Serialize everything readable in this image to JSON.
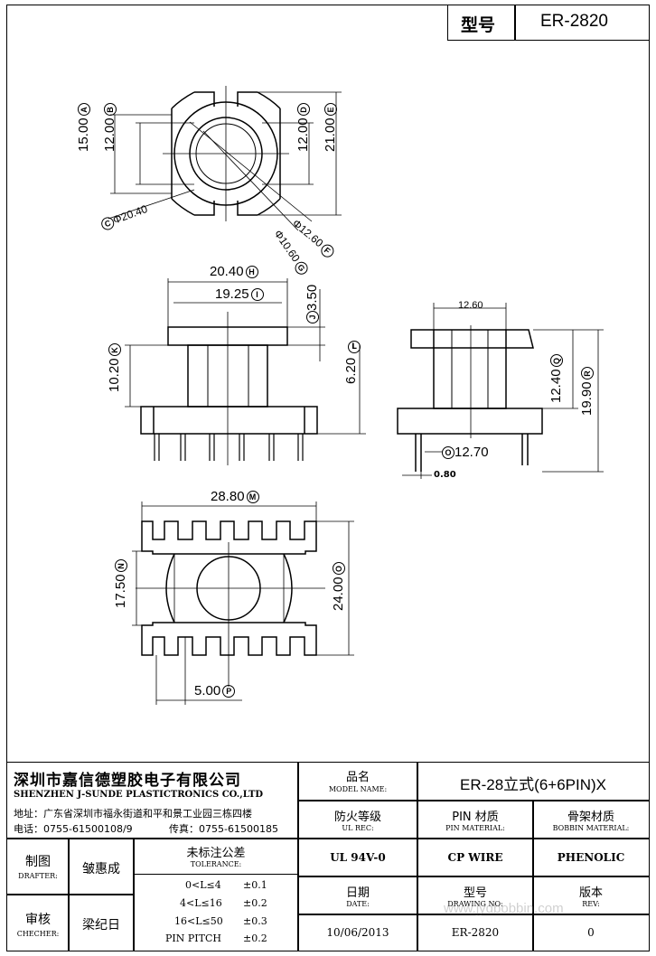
{
  "header": {
    "model_label": "型号",
    "model_value": "ER-2820"
  },
  "drawing": {
    "top_view": {
      "dim_a": "15.00",
      "tag_a": "A",
      "dim_b": "12.00",
      "tag_b": "B",
      "dim_d": "12.00",
      "tag_d": "D",
      "dim_e": "21.00",
      "tag_e": "E",
      "dim_c": "Φ20.40",
      "tag_c": "C",
      "dim_f": "Φ12.60",
      "tag_f": "F",
      "dim_g": "Φ10.60",
      "tag_g": "G"
    },
    "front_view": {
      "dim_h": "20.40",
      "tag_h": "H",
      "dim_i": "19.25",
      "tag_i": "I",
      "dim_j": "3.50",
      "tag_j": "J",
      "dim_k": "10.20",
      "tag_k": "K",
      "dim_l": "6.20",
      "tag_l": "L"
    },
    "side_view": {
      "dim_top": "12.60",
      "dim_q": "12.40",
      "tag_q": "Q",
      "dim_r": "19.90",
      "tag_r": "R",
      "dim_o": "12.70",
      "tag_o": "O",
      "dim_pin": "0.80"
    },
    "bottom_view": {
      "dim_m": "28.80",
      "tag_m": "M",
      "dim_n": "17.50",
      "tag_n": "N",
      "dim_o2": "24.00",
      "tag_o2": "O",
      "dim_p": "5.00",
      "tag_p": "P"
    }
  },
  "title_block": {
    "company_cn": "深圳市嘉信德塑胶电子有限公司",
    "company_en": "SHENZHEN J-SUNDE PLASTICTRONICS CO.,LTD",
    "address": "地址：广东省深圳市福永街道和平和景工业园三栋四楼",
    "phone": "电话：0755-61500108/9",
    "fax": "传真：0755-61500185",
    "model_name_cn": "品名",
    "model_name_en": "MODEL NAME:",
    "model_name_value": "ER-28立式(6+6PIN)X",
    "ul_rec_cn": "防火等级",
    "ul_rec_en": "UL REC:",
    "pin_material_cn": "PIN 材质",
    "pin_material_en": "PIN MATERIAL:",
    "bobbin_material_cn": "骨架材质",
    "bobbin_material_en": "BOBBIN MATERIAL:",
    "ul_value": "UL 94V-0",
    "pin_value": "CP WIRE",
    "bobbin_value": "PHENOLIC",
    "drafter_cn": "制图",
    "drafter_en": "DRAFTER:",
    "drafter_name": "皱惠成",
    "checker_cn": "审核",
    "checker_en": "CHECHER:",
    "checker_name": "梁纪日",
    "tolerance_cn": "未标注公差",
    "tolerance_en": "TOLERANCE:",
    "tolerances": [
      {
        "range": "0<L≤4",
        "value": "±0.1"
      },
      {
        "range": "4<L≤16",
        "value": "±0.2"
      },
      {
        "range": "16<L≤50",
        "value": "±0.3"
      },
      {
        "range": "PIN PITCH",
        "value": "±0.2"
      }
    ],
    "date_cn": "日期",
    "date_en": "DATE:",
    "date_value": "10/06/2013",
    "drawing_no_cn": "型号",
    "drawing_no_en": "DRAWING NO:",
    "drawing_no_value": "ER-2820",
    "rev_cn": "版本",
    "rev_en": "REV:",
    "rev_value": "0"
  },
  "watermark": "www.jydbobbin.com"
}
